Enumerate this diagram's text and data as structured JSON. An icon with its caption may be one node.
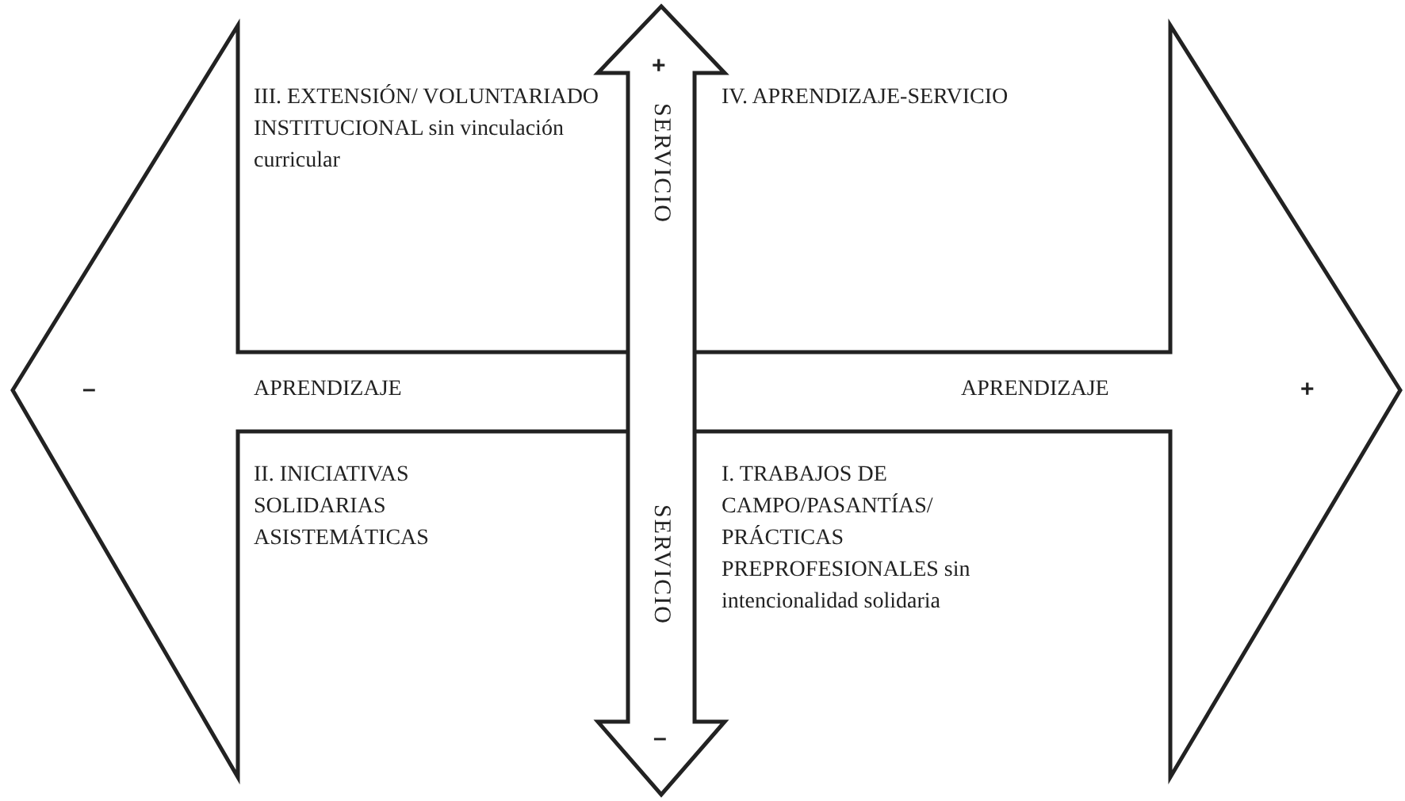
{
  "diagram": {
    "labels": [
      "+",
      "III. EXTENSIÓN/ VOLUNTARIADO INSTITUCIONAL sin vinculación curricular",
      "SERVICIO",
      "IV. APRENDIZAJE-SERVICIO",
      "–",
      "APRENDIZAJE",
      "APRENDIZAJE",
      "+",
      "II. INICIATIVAS SOLIDARIAS ASISTEMÁTICAS",
      "SERVICIO",
      "I. TRABAJOS DE CAMPO/PASANTÍAS/ PRÁCTICAS PREPROFESIONALES sin intencionalidad solidaria",
      "–"
    ]
  }
}
